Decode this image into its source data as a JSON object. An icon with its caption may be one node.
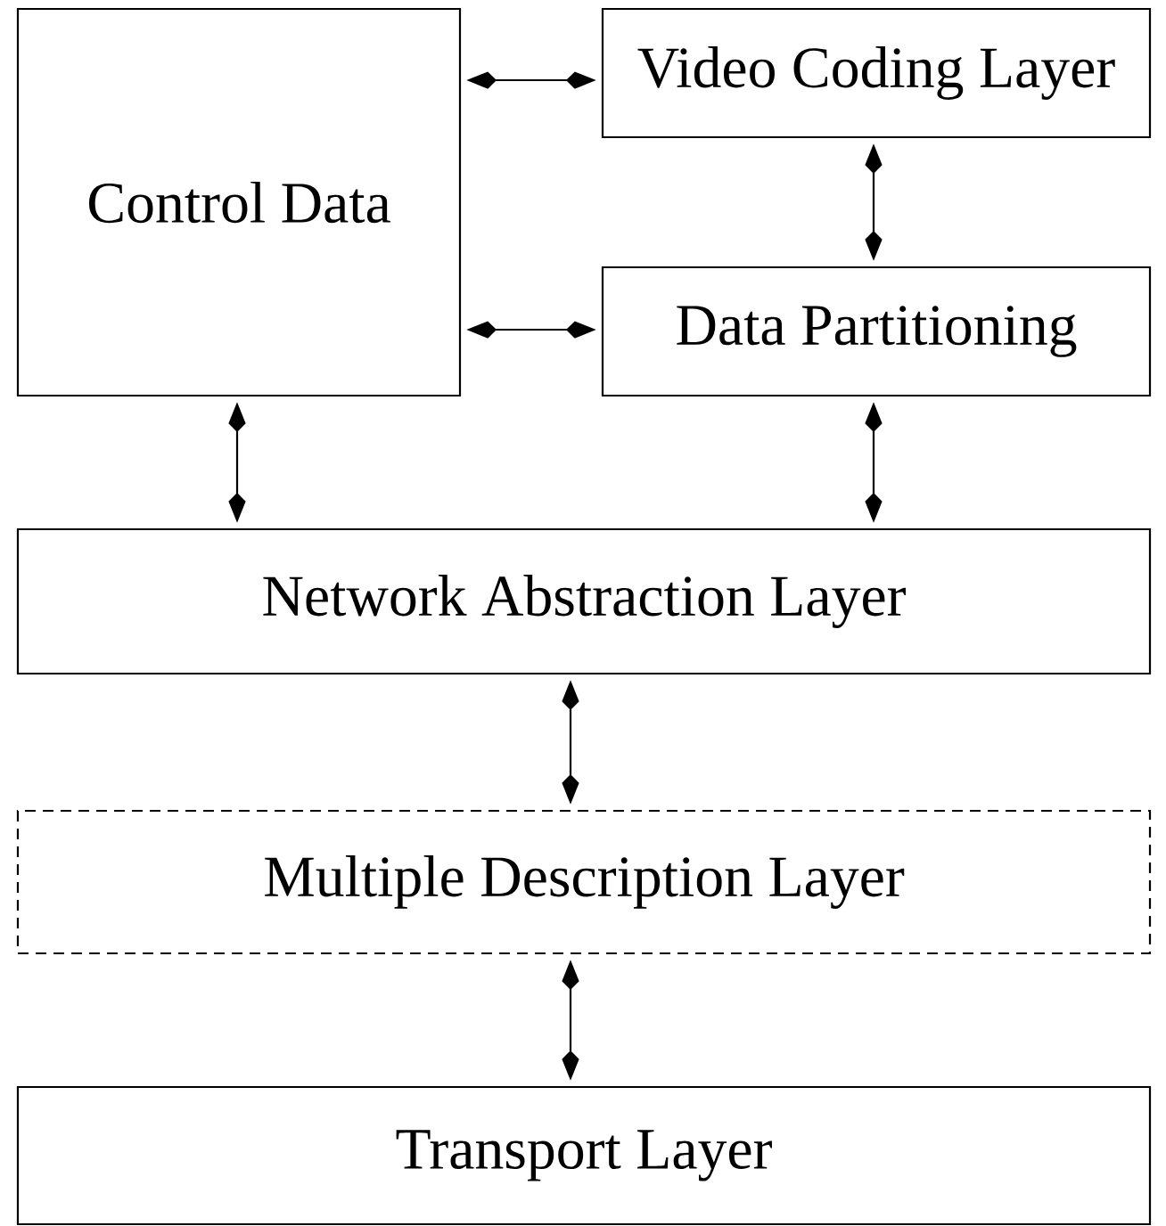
{
  "diagram": {
    "nodes": [
      {
        "text": [
          "Control Data"
        ]
      },
      {
        "text": [
          "Video Coding Layer"
        ]
      },
      {
        "text": [
          "Data Partitioning"
        ]
      },
      {
        "text": [
          "Network Abstraction Layer"
        ]
      },
      {
        "text": [
          "Multiple Description Layer"
        ]
      },
      {
        "text": [
          "Transport Layer"
        ]
      }
    ],
    "edges": [
      {
        "from": 0,
        "to": 1,
        "arrow": "both"
      },
      {
        "from": 0,
        "to": 2,
        "arrow": "both"
      },
      {
        "from": 1,
        "to": 2,
        "arrow": "both"
      },
      {
        "from": 0,
        "to": 3,
        "arrow": "both"
      },
      {
        "from": 2,
        "to": 3,
        "arrow": "both"
      },
      {
        "from": 3,
        "to": 4,
        "arrow": "both"
      },
      {
        "from": 4,
        "to": 5,
        "arrow": "both"
      }
    ]
  }
}
